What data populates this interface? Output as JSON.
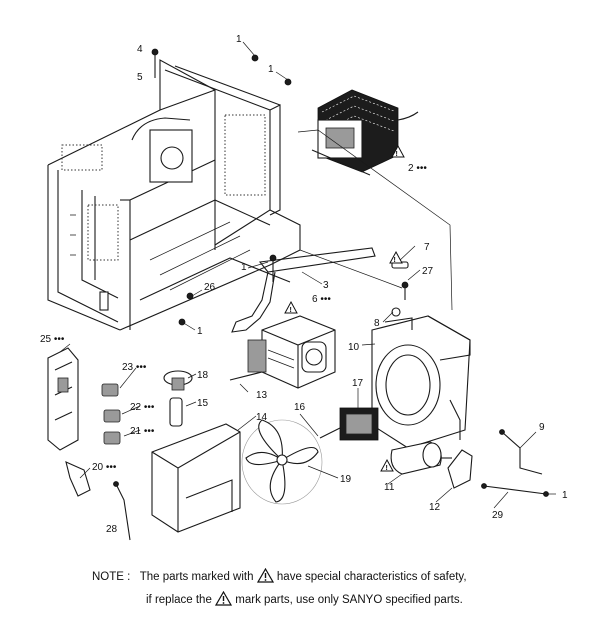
{
  "parts": [
    {
      "id": "p1a",
      "label": "1"
    },
    {
      "id": "p1b",
      "label": "1"
    },
    {
      "id": "p1c",
      "label": "1"
    },
    {
      "id": "p1d",
      "label": "1"
    },
    {
      "id": "p1e",
      "label": "1"
    },
    {
      "id": "p2",
      "label": "2 •••"
    },
    {
      "id": "p3",
      "label": "3"
    },
    {
      "id": "p4",
      "label": "4"
    },
    {
      "id": "p5",
      "label": "5"
    },
    {
      "id": "p6",
      "label": "6 •••"
    },
    {
      "id": "p7",
      "label": "7"
    },
    {
      "id": "p8",
      "label": "8"
    },
    {
      "id": "p9",
      "label": "9"
    },
    {
      "id": "p10",
      "label": "10"
    },
    {
      "id": "p11",
      "label": "11"
    },
    {
      "id": "p12",
      "label": "12"
    },
    {
      "id": "p13",
      "label": "13"
    },
    {
      "id": "p14",
      "label": "14"
    },
    {
      "id": "p15",
      "label": "15"
    },
    {
      "id": "p16",
      "label": "16"
    },
    {
      "id": "p17",
      "label": "17"
    },
    {
      "id": "p18",
      "label": "18"
    },
    {
      "id": "p19",
      "label": "19"
    },
    {
      "id": "p20",
      "label": "20 •••"
    },
    {
      "id": "p21",
      "label": "21 •••"
    },
    {
      "id": "p22",
      "label": "22 •••"
    },
    {
      "id": "p23",
      "label": "23 •••"
    },
    {
      "id": "p25",
      "label": "25 •••"
    },
    {
      "id": "p26",
      "label": "26"
    },
    {
      "id": "p27",
      "label": "27"
    },
    {
      "id": "p28",
      "label": "28"
    },
    {
      "id": "p29",
      "label": "29"
    }
  ],
  "note": {
    "prefix": "NOTE :",
    "line1_before": "The parts marked with",
    "line1_after": "have special characteristics of safety,",
    "line2_before": "if replace the",
    "line2_after": "mark parts, use only SANYO specified parts."
  },
  "icons": {
    "safety_mark": "warning-triangle-icon"
  }
}
